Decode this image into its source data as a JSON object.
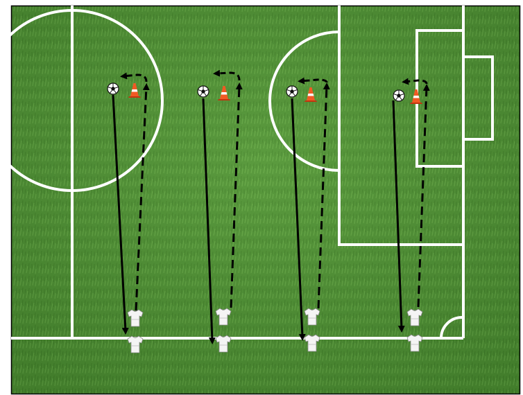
{
  "diagram": {
    "kind": "soccer-training-drill",
    "colors": {
      "grass_dark": "#3f7d2a",
      "grass_light": "#6aa84a",
      "lines": "#ffffff",
      "arrows": "#000000",
      "cone": "#e8461c",
      "shirt": "#f2f2f2",
      "frame": "#000000"
    },
    "pitch_markings": [
      "halfway-line",
      "center-circle",
      "penalty-box",
      "goal-area",
      "goal",
      "penalty-arc",
      "corner-arc"
    ],
    "stations": [
      {
        "name": "station-1",
        "items": [
          "ball",
          "cone",
          "player-front",
          "player-back",
          "pass-arrow",
          "run-arrow"
        ]
      },
      {
        "name": "station-2",
        "items": [
          "ball",
          "cone",
          "player-front",
          "player-back",
          "pass-arrow",
          "run-arrow"
        ]
      },
      {
        "name": "station-3",
        "items": [
          "ball",
          "cone",
          "player-front",
          "player-back",
          "pass-arrow",
          "run-arrow"
        ]
      },
      {
        "name": "station-4",
        "items": [
          "ball",
          "cone",
          "player-front",
          "player-back",
          "pass-arrow",
          "run-arrow"
        ]
      }
    ],
    "legend": {
      "solid_arrow": "ball-pass",
      "dashed_arrow": "player-run"
    }
  }
}
